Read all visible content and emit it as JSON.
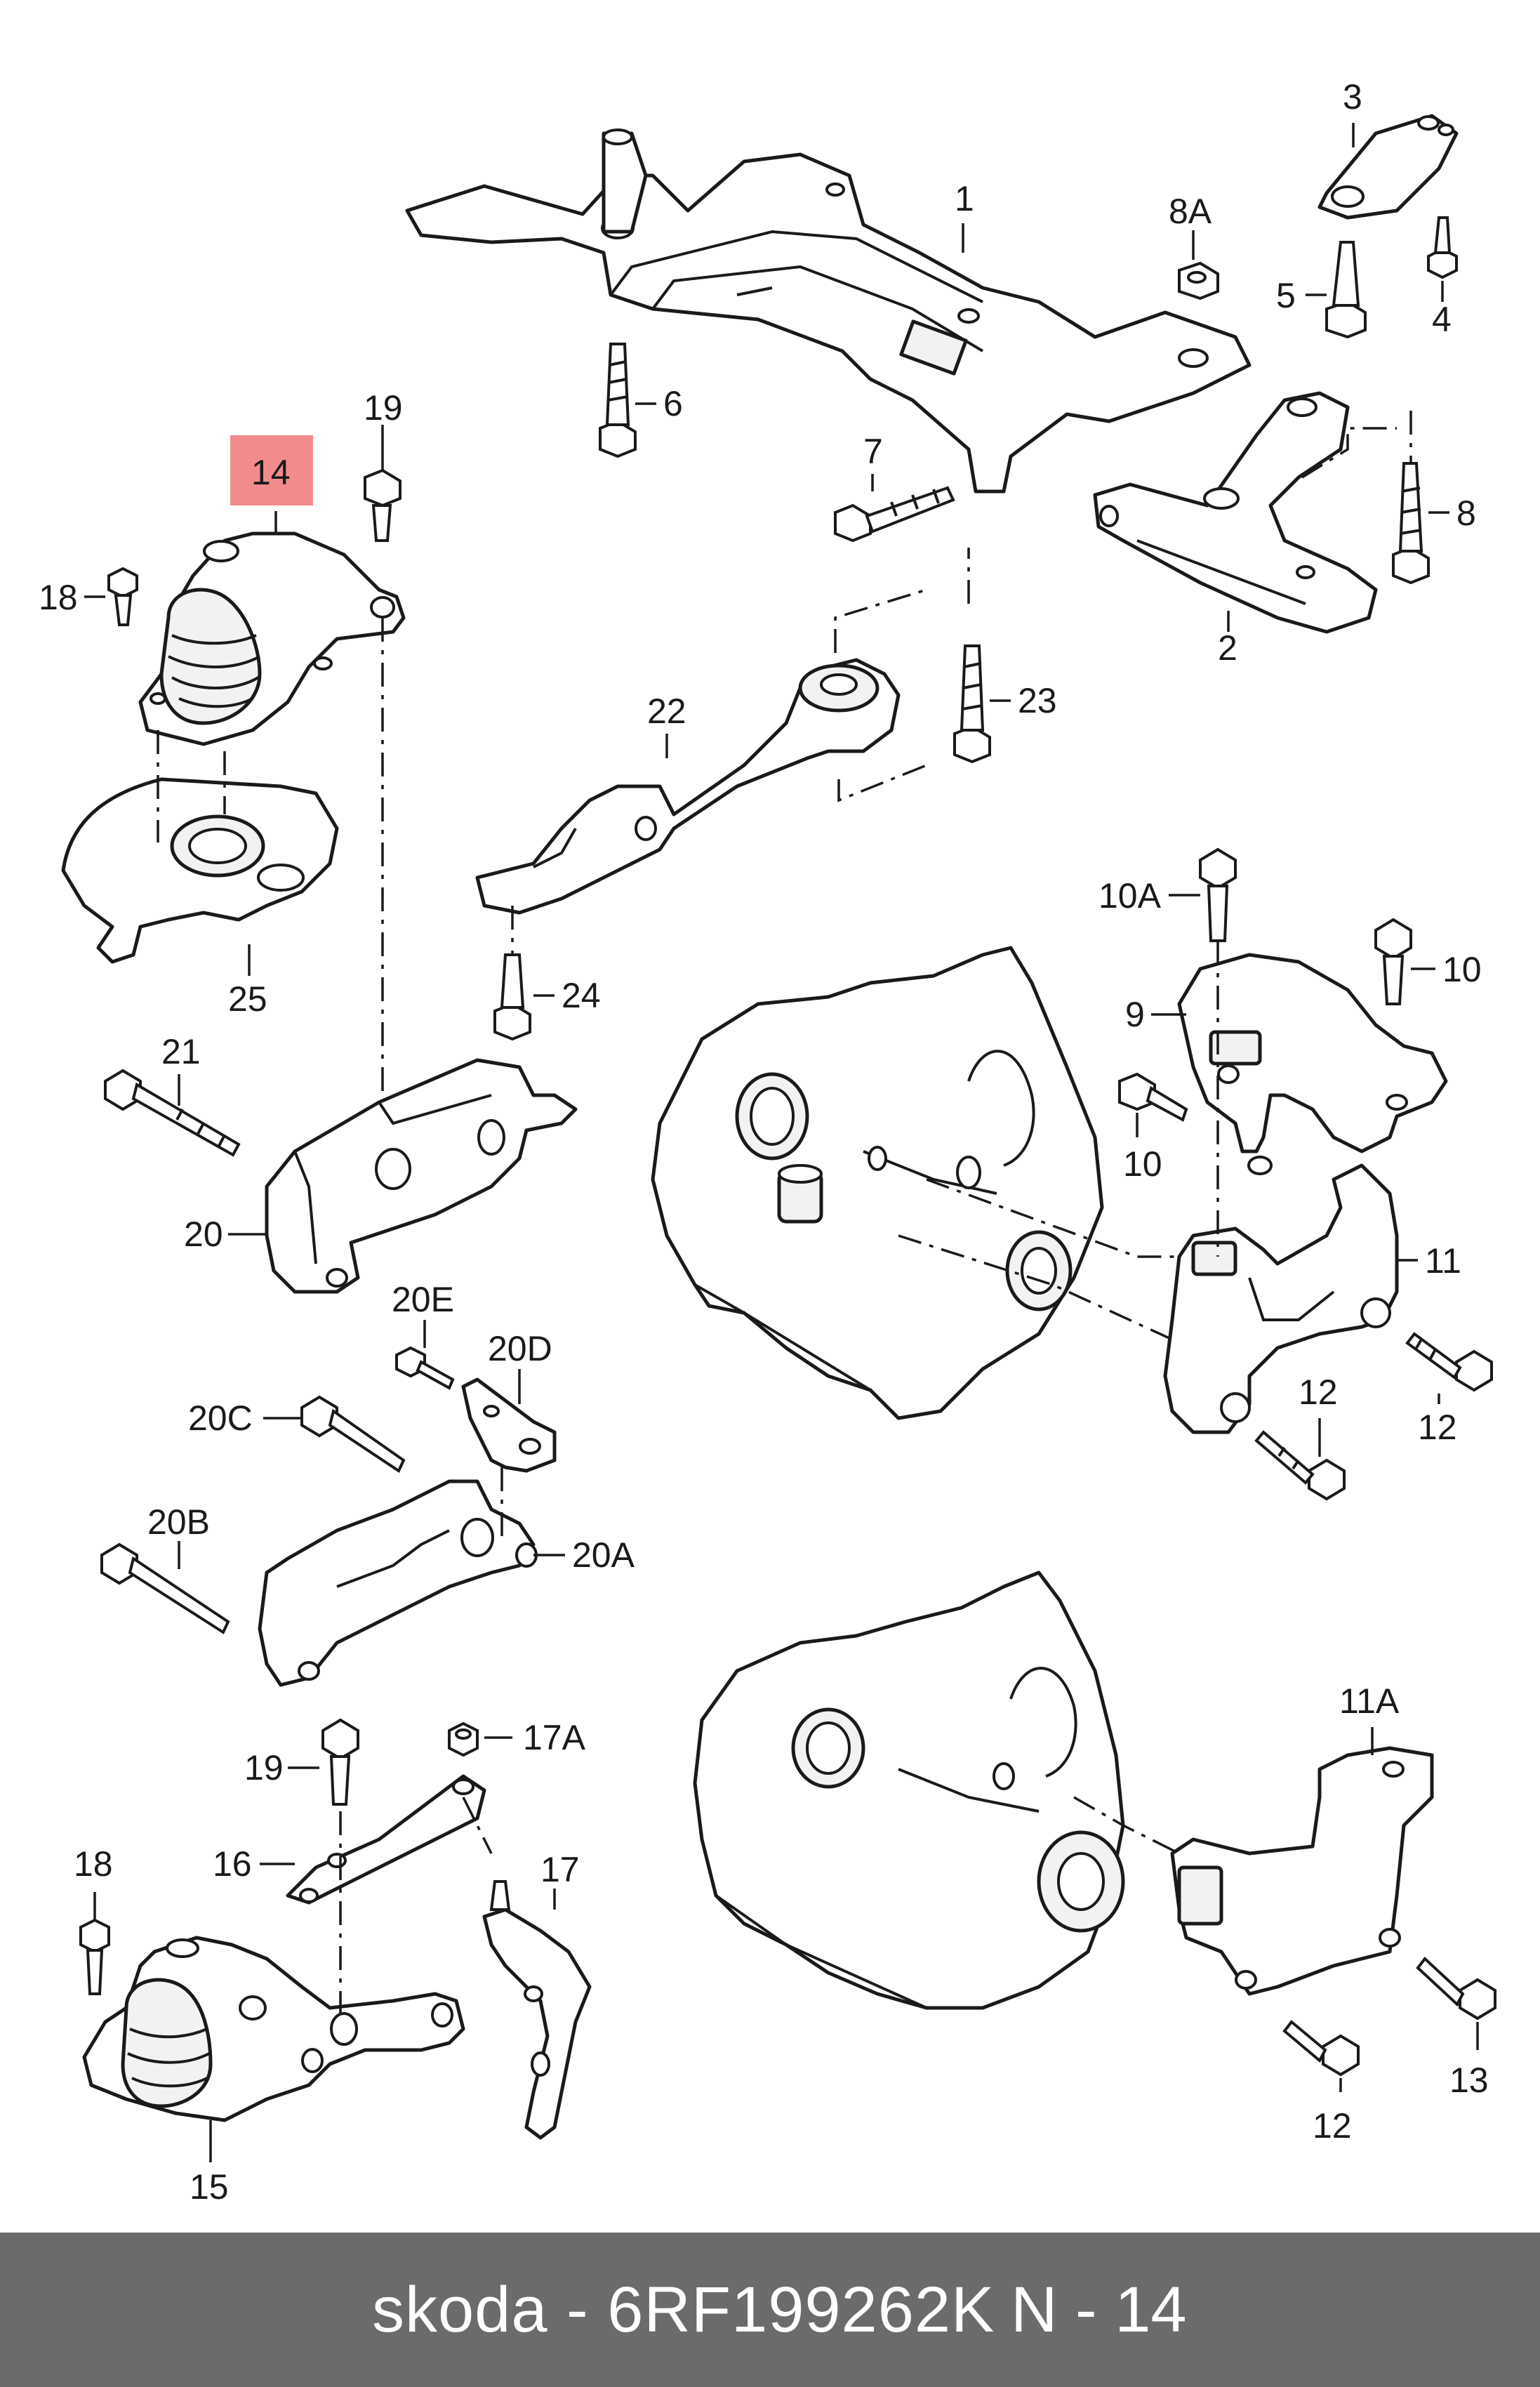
{
  "diagram": {
    "highlight_color": "#f28b8b",
    "highlighted_callout": "14",
    "callouts": {
      "c1": "1",
      "c2": "2",
      "c3": "3",
      "c4": "4",
      "c5": "5",
      "c6": "6",
      "c7": "7",
      "c8": "8",
      "c8A": "8A",
      "c9": "9",
      "c10A": "10A",
      "c10a": "10",
      "c10b": "10",
      "c11": "11",
      "c11A": "11A",
      "c12a": "12",
      "c12b": "12",
      "c12c": "12",
      "c13": "13",
      "c14": "14",
      "c15": "15",
      "c16": "16",
      "c17": "17",
      "c17A": "17A",
      "c18a": "18",
      "c18b": "18",
      "c19a": "19",
      "c19b": "19",
      "c20": "20",
      "c20A": "20A",
      "c20B": "20B",
      "c20C": "20C",
      "c20D": "20D",
      "c20E": "20E",
      "c21": "21",
      "c22": "22",
      "c23": "23",
      "c24": "24",
      "c25": "25"
    }
  },
  "footer": {
    "brand_partno": "skoda - 6RF199262K",
    "page_ref": "N - 14",
    "background_color": "#6b6b6b"
  }
}
